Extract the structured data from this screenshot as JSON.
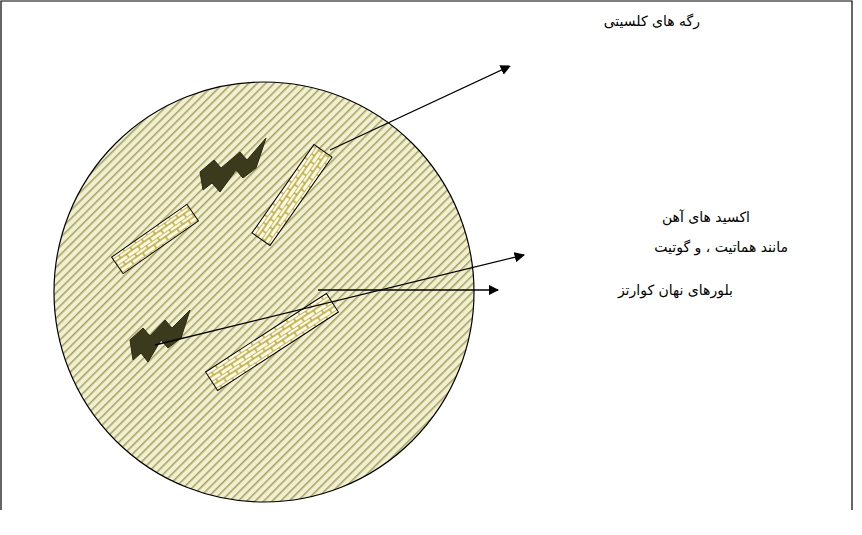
{
  "diagram": {
    "labels": [
      "رگه های کلسیتی",
      "اکسید های آهن",
      "مانند هماتیت ، و گوتیت",
      "بلورهای نهان کوارتز"
    ]
  }
}
